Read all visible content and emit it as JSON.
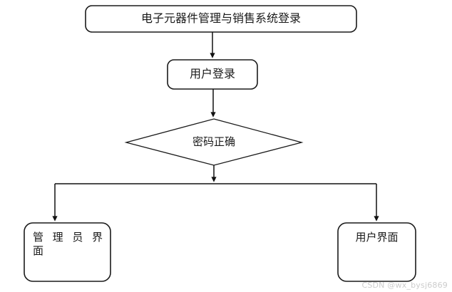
{
  "diagram": {
    "type": "flowchart",
    "title_node": "电子元器件管理与销售系统登录",
    "nodes": [
      {
        "id": "title",
        "label": "电子元器件管理与销售系统登录",
        "shape": "rounded-rectangle"
      },
      {
        "id": "login",
        "label": "用户登录",
        "shape": "rounded-rectangle"
      },
      {
        "id": "decision",
        "label": "密码正确",
        "shape": "diamond"
      },
      {
        "id": "admin",
        "label_line1": "管理员界",
        "label_line2": "面",
        "label": "管理员界面",
        "shape": "rounded-rectangle"
      },
      {
        "id": "user",
        "label": "用户界面",
        "shape": "rounded-rectangle"
      }
    ],
    "edges": [
      {
        "from": "title",
        "to": "login",
        "label": ""
      },
      {
        "from": "login",
        "to": "decision",
        "label": ""
      },
      {
        "from": "decision",
        "to": "admin",
        "label": ""
      },
      {
        "from": "decision",
        "to": "user",
        "label": ""
      }
    ],
    "colors": {
      "stroke": "#1a1a1a",
      "fill": "#ffffff",
      "background": "#ffffff",
      "watermark": "#cccccc"
    }
  },
  "watermark": {
    "text": "CSDN @wx_bysj6869"
  }
}
